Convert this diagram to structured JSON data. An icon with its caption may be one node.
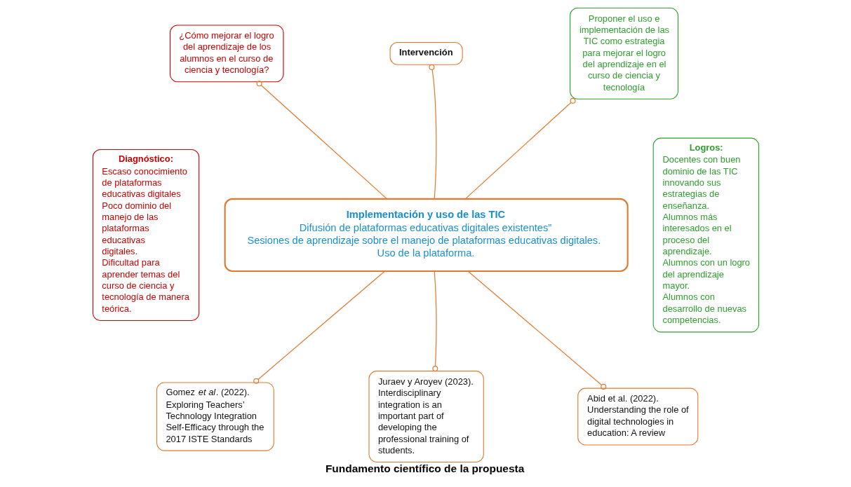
{
  "diagram": {
    "caption": "Fundamento científico de la propuesta",
    "nodes": [
      {
        "text": [
          "¿Cómo mejorar el logro del aprendizaje de los alumnos en el curso de ciencia y tecnología?"
        ]
      },
      {
        "text": [
          "Intervención"
        ]
      },
      {
        "text": [
          "Proponer el uso e implementación de las TIC como estrategia para mejorar el logro del aprendizaje en el curso de ciencia y tecnología"
        ]
      },
      {
        "text": [
          "Diagnóstico:",
          "Escaso conocimiento de plataformas educativas digitales",
          "Poco dominio del manejo de las plataformas educativas digitales.",
          "Dificultad para aprender temas del curso de ciencia y tecnología de manera teórica."
        ]
      },
      {
        "text": [
          "Implementación y uso de las TIC",
          "Difusión de plataformas educativas digitales existentes”",
          "Sesiones de aprendizaje sobre el manejo de plataformas educativas digitales.",
          "Uso de la plataforma."
        ]
      },
      {
        "text": [
          "Logros:",
          "Docentes con buen dominio de las TIC innovando sus estrategias de enseñanza.",
          "Alumnos más interesados en el proceso del aprendizaje.",
          "Alumnos con un logro del aprendizaje mayor.",
          "Alumnos con desarrollo de nuevas competencias."
        ]
      },
      {
        "text": [
          "Gomez *et al*. (2022). Exploring Teachers’ Technology Integration Self-Efficacy through the 2017 ISTE Standards"
        ]
      },
      {
        "text": [
          "Juraev y Aroyev (2023). Interdisciplinary integration is an important part of developing the professional training of students."
        ]
      },
      {
        "text": [
          "Abid et al. (2022). Understanding the role of digital technologies in education: A review"
        ]
      }
    ],
    "edges": [
      {
        "from": 4,
        "to": 0,
        "arrow": "other"
      },
      {
        "from": 4,
        "to": 1,
        "arrow": "other"
      },
      {
        "from": 4,
        "to": 2,
        "arrow": "other"
      },
      {
        "from": 4,
        "to": 6,
        "arrow": "other"
      },
      {
        "from": 4,
        "to": 7,
        "arrow": "other"
      },
      {
        "from": 4,
        "to": 8,
        "arrow": "other"
      }
    ]
  }
}
